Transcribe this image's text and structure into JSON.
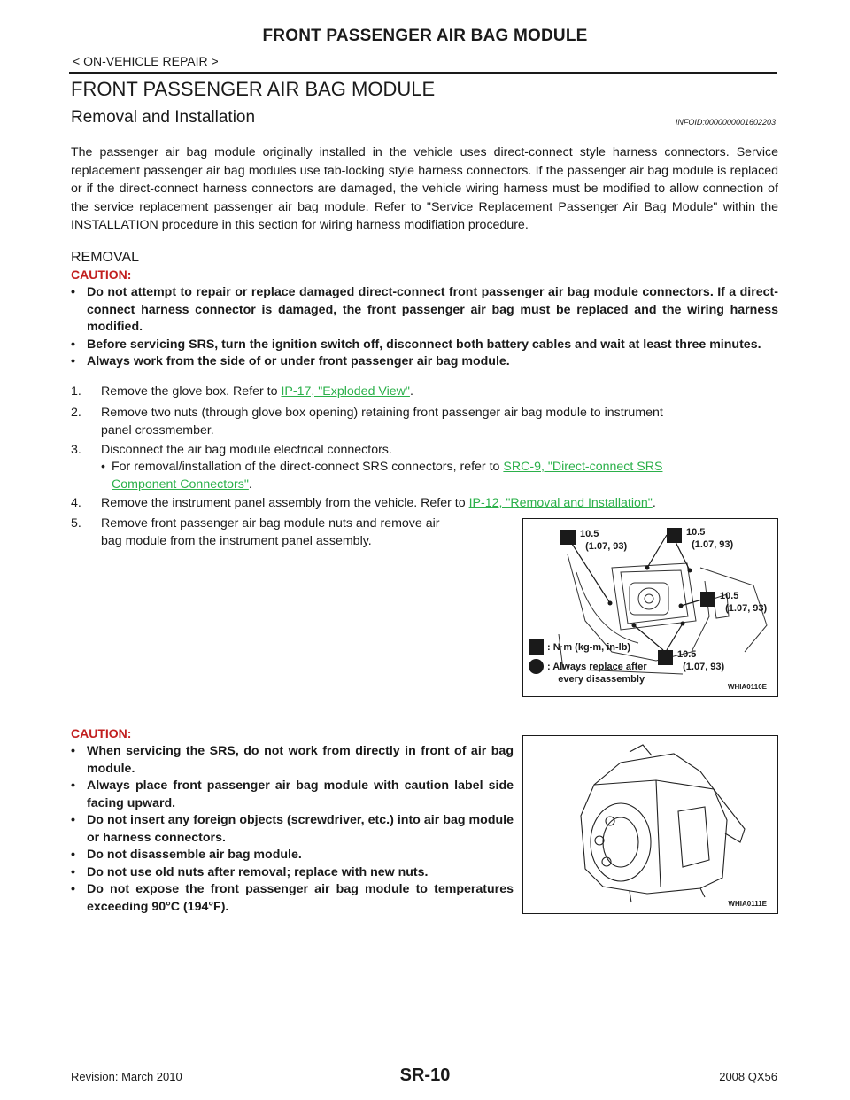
{
  "header": {
    "title": "FRONT PASSENGER AIR BAG MODULE",
    "breadcrumb": "< ON-VEHICLE REPAIR >"
  },
  "heading1": "FRONT PASSENGER AIR BAG MODULE",
  "heading2": "Removal and Installation",
  "info_id": "INFOID:0000000001602203",
  "intro": "The passenger air bag module originally installed in the vehicle uses direct-connect style harness connectors. Service replacement passenger air bag modules use tab-locking style harness connectors. If the passenger air bag module is replaced or if the direct-connect harness connectors are damaged, the vehicle wiring harness must be modified to allow connection of the service replacement passenger air bag module. Refer to \"Service Replacement Passenger Air Bag Module\" within the INSTALLATION procedure in this section for wiring harness modifiation procedure.",
  "removal_heading": "REMOVAL",
  "caution_label": "CAUTION:",
  "caution1": [
    "Do not attempt to repair or replace damaged direct-connect front passenger air bag module connectors. If a direct-connect harness connector is damaged, the front passenger air bag must be replaced and the wiring harness modified.",
    "Before servicing SRS, turn the ignition switch off, disconnect both battery cables and wait at least three minutes.",
    "Always work from the side of or under front passenger air bag module."
  ],
  "steps": {
    "s1": {
      "num": "1.",
      "text": "Remove the glove box. Refer to ",
      "link": "IP-17, \"Exploded View\"",
      "end": "."
    },
    "s2": {
      "num": "2.",
      "line1": "Remove two nuts (through glove box opening) retaining front passenger air bag module to instrument",
      "line2": "panel crossmember."
    },
    "s3": {
      "num": "3.",
      "text": "Disconnect the air bag module electrical connectors."
    },
    "s3sub": {
      "bullet": "•",
      "text": "For removal/installation of the direct-connect SRS connectors, refer to ",
      "link1": "SRC-9, \"Direct-connect SRS",
      "link2": "Component Connectors\"",
      "end": "."
    },
    "s4": {
      "num": "4.",
      "text": "Remove the instrument panel assembly from the vehicle. Refer to ",
      "link": "IP-12, \"Removal and Installation\"",
      "end": "."
    },
    "s5": {
      "num": "5.",
      "line1": "Remove front passenger air bag module nuts and remove air",
      "line2": "bag module from the instrument panel assembly."
    }
  },
  "figure1": {
    "code": "WHIA0110E",
    "torque_value": "10.5",
    "torque_sub": "(1.07, 93)",
    "legend_unit": ": N·m (kg-m, in-lb)",
    "legend_replace_1": ": Always replace after",
    "legend_replace_2": "every disassembly"
  },
  "caution2": [
    "When servicing the SRS, do not work from directly in front of air bag module.",
    "Always place front passenger air bag module with caution label side facing upward.",
    "Do not insert any foreign objects (screwdriver, etc.) into air bag module or harness connectors.",
    "Do not disassemble air bag module.",
    "Do not use old nuts after removal; replace with new nuts.",
    "Do not expose the front passenger air bag module to temperatures exceeding 90°C (194°F)."
  ],
  "figure2": {
    "code": "WHIA0111E"
  },
  "footer": {
    "revision": "Revision: March 2010",
    "page": "SR-10",
    "model": "2008 QX56"
  }
}
